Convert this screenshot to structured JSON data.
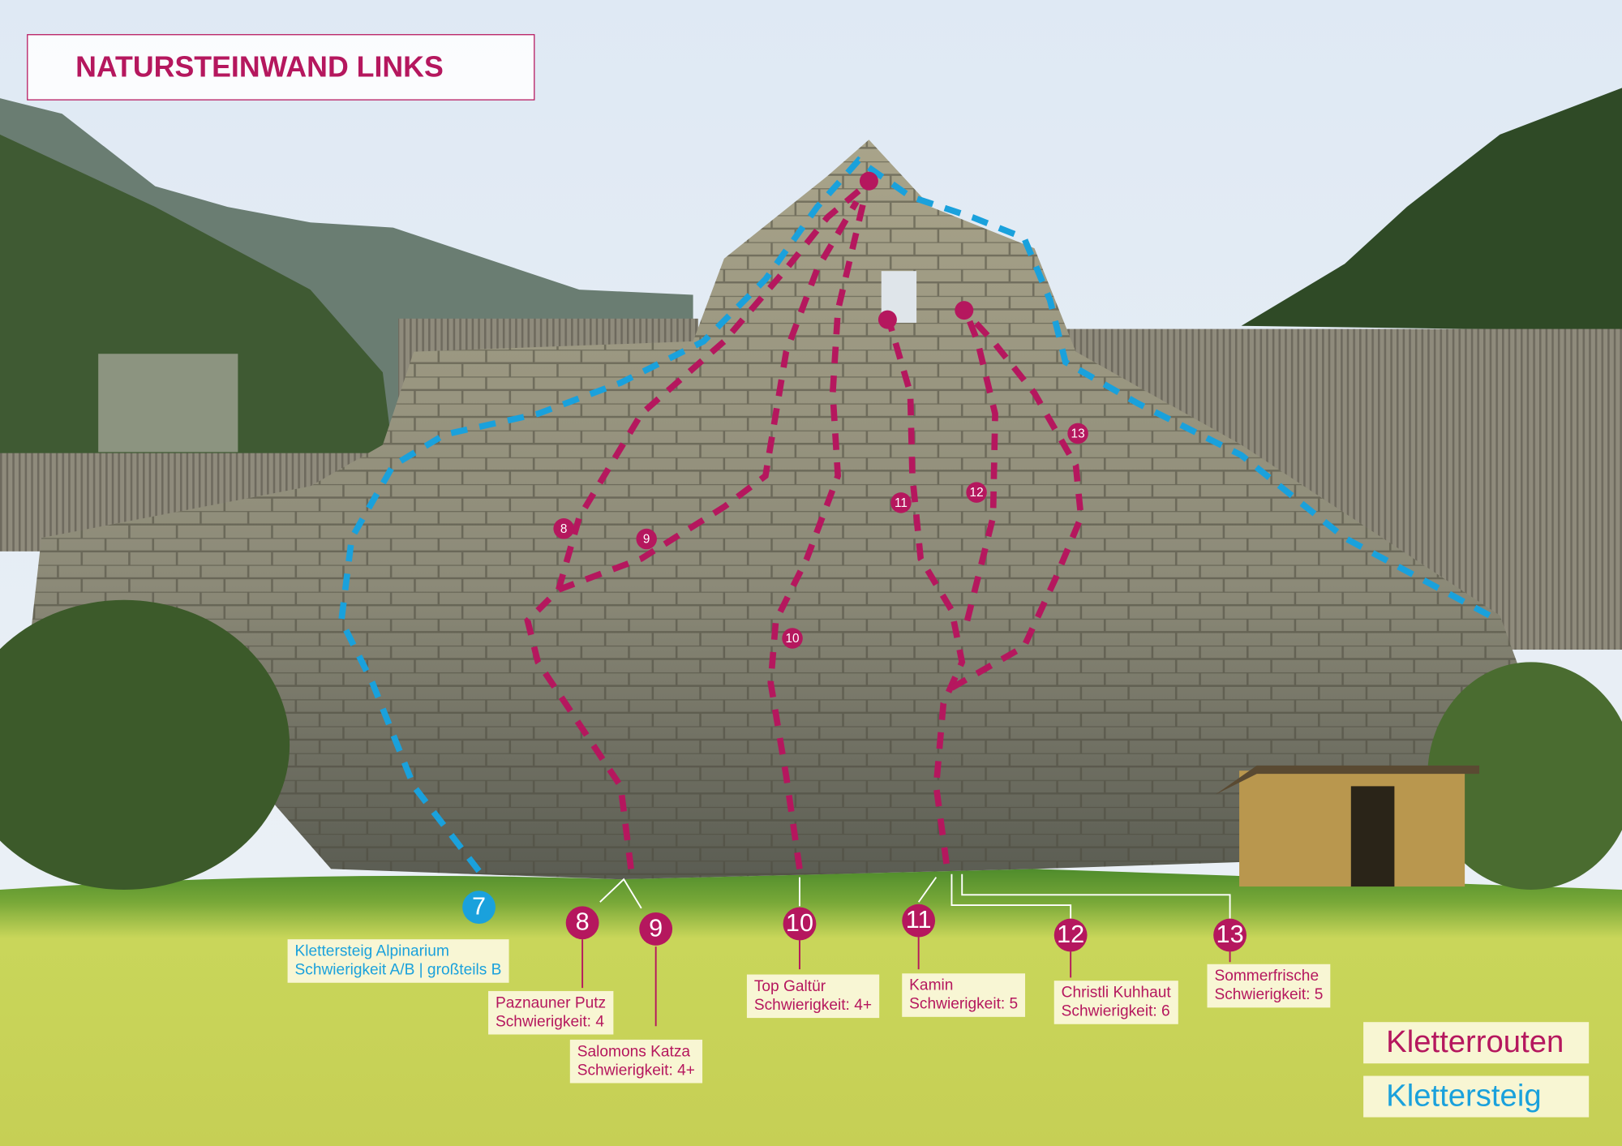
{
  "title": "NATURSTEINWAND LINKS",
  "colors": {
    "route": "#b5175e",
    "via_ferrata": "#1aa1dc"
  },
  "routes": [
    {
      "number": "7",
      "name": "Klettersteig Alpinarium",
      "grade": "Schwierigkeit A/B | großteils B",
      "type": "klettersteig"
    },
    {
      "number": "8",
      "name": "Paznauner Putz",
      "grade": "Schwierigkeit: 4",
      "type": "kletterroute"
    },
    {
      "number": "9",
      "name": "Salomons Katza",
      "grade": "Schwierigkeit: 4+",
      "type": "kletterroute"
    },
    {
      "number": "10",
      "name": "Top Galtür",
      "grade": "Schwierigkeit: 4+",
      "type": "kletterroute"
    },
    {
      "number": "11",
      "name": "Kamin",
      "grade": "Schwierigkeit: 5",
      "type": "kletterroute"
    },
    {
      "number": "12",
      "name": "Christli Kuhhaut",
      "grade": "Schwierigkeit: 6",
      "type": "kletterroute"
    },
    {
      "number": "13",
      "name": "Sommerfrische",
      "grade": "Schwierigkeit: 5",
      "type": "kletterroute"
    }
  ],
  "legend": {
    "routes": "Kletterrouten",
    "via_ferrata": "Klettersteig"
  }
}
